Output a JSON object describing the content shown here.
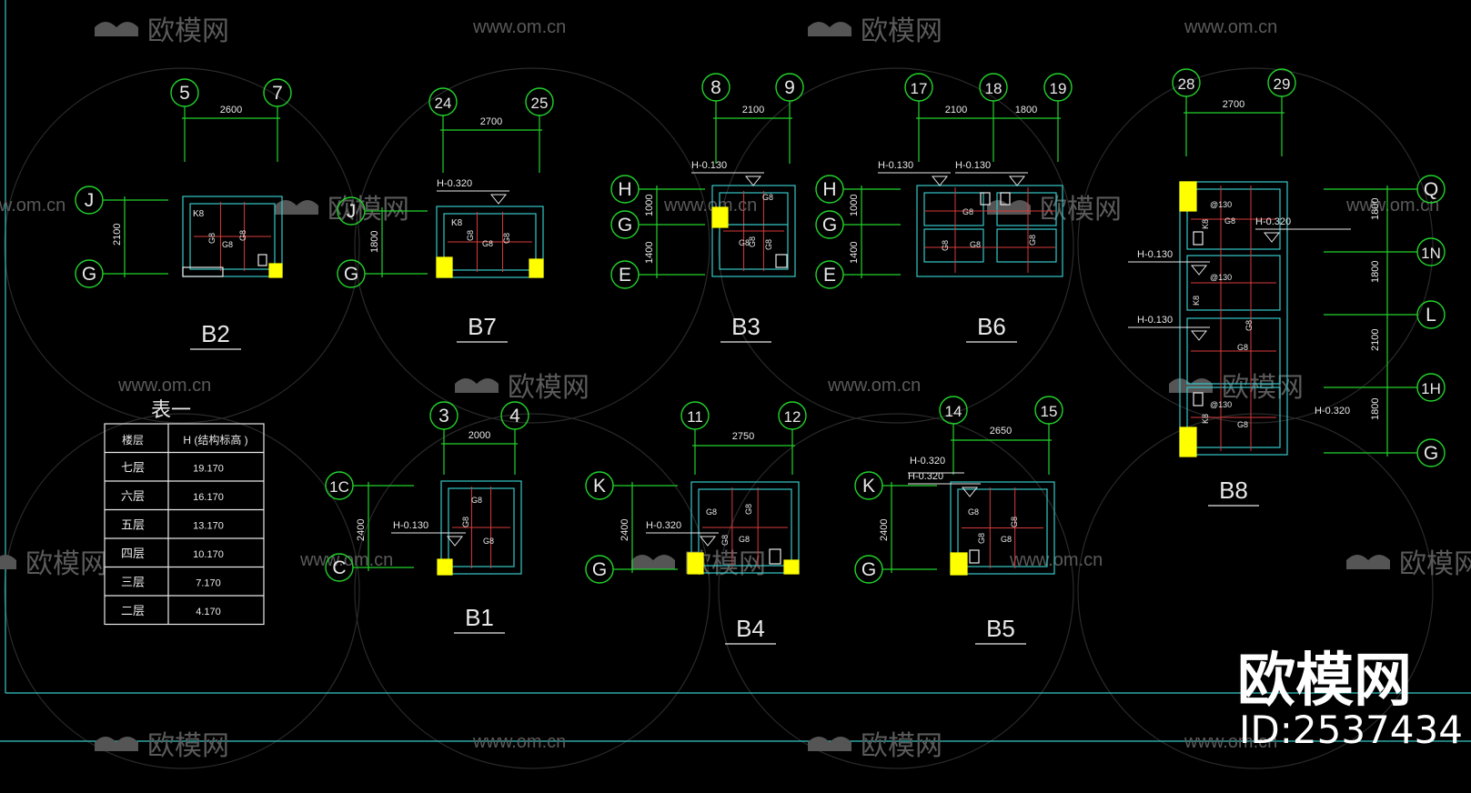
{
  "watermark": {
    "brand": "欧模网",
    "url": "www.om.cn",
    "id": "ID:2537434"
  },
  "colors": {
    "background": "#000000",
    "axis": "#22d22b",
    "outline": "#35c7c7",
    "rebar": "#d93a3a",
    "column": "#ffff00",
    "text": "#e8e8e8"
  },
  "table": {
    "title": "表一",
    "header": [
      "楼层",
      "H (结构标高 )"
    ],
    "rows": [
      [
        "七层",
        "19.170"
      ],
      [
        "六层",
        "16.170"
      ],
      [
        "五层",
        "13.170"
      ],
      [
        "四层",
        "10.170"
      ],
      [
        "三层",
        "7.170"
      ],
      [
        "二层",
        "4.170"
      ]
    ]
  },
  "details": [
    {
      "label": "B2",
      "axes_x": [
        "5",
        "7"
      ],
      "dims_x": [
        "2600"
      ],
      "axes_y": [
        "J",
        "G"
      ],
      "dims_y": [
        "2100"
      ],
      "notes": [
        "K8",
        "G8",
        "G8",
        "G8"
      ],
      "elev": []
    },
    {
      "label": "B7",
      "axes_x": [
        "24",
        "25"
      ],
      "dims_x": [
        "2700"
      ],
      "axes_y": [
        "J",
        "G"
      ],
      "dims_y": [
        "1800"
      ],
      "notes": [
        "K8",
        "G8",
        "G8",
        "G8"
      ],
      "elev": [
        "H-0.320"
      ]
    },
    {
      "label": "B3",
      "axes_x": [
        "8",
        "9"
      ],
      "dims_x": [
        "2100"
      ],
      "axes_y": [
        "H",
        "G",
        "E"
      ],
      "dims_y": [
        "1000",
        "1400"
      ],
      "notes": [
        "G8",
        "G8",
        "G8",
        "G8"
      ],
      "elev": [
        "H-0.130"
      ]
    },
    {
      "label": "B6",
      "axes_x": [
        "17",
        "18",
        "19"
      ],
      "dims_x": [
        "2100",
        "1800"
      ],
      "axes_y": [
        "H",
        "G",
        "E"
      ],
      "dims_y": [
        "1000",
        "1400"
      ],
      "notes": [
        "G8",
        "G8",
        "G8",
        "G8"
      ],
      "elev": [
        "H-0.130",
        "H-0.130"
      ]
    },
    {
      "label": "B8",
      "axes_x": [
        "28",
        "29"
      ],
      "dims_x": [
        "2700"
      ],
      "axes_y": [
        "Q",
        "1N",
        "L",
        "1H",
        "G"
      ],
      "dims_y": [
        "1800",
        "1800",
        "2100",
        "1800"
      ],
      "notes": [
        "@130",
        "K8",
        "G8",
        "@130",
        "K8",
        "G8",
        "G8",
        "@130",
        "K8",
        "G8"
      ],
      "elev": [
        "H-0.320",
        "H-0.130",
        "H-0.130",
        "H-0.320"
      ]
    },
    {
      "label": "B1",
      "axes_x": [
        "3",
        "4"
      ],
      "dims_x": [
        "2000"
      ],
      "axes_y": [
        "1C",
        "C"
      ],
      "dims_y": [
        "2400"
      ],
      "notes": [
        "G8",
        "G8",
        "G8"
      ],
      "elev": [
        "H-0.130"
      ]
    },
    {
      "label": "B4",
      "axes_x": [
        "11",
        "12"
      ],
      "dims_x": [
        "2750"
      ],
      "axes_y": [
        "K",
        "G"
      ],
      "dims_y": [
        "2400"
      ],
      "notes": [
        "G8",
        "G8",
        "G8",
        "G8"
      ],
      "elev": [
        "H-0.320"
      ]
    },
    {
      "label": "B5",
      "axes_x": [
        "14",
        "15"
      ],
      "dims_x": [
        "2650"
      ],
      "axes_y": [
        "K",
        "G"
      ],
      "dims_y": [
        "2400"
      ],
      "notes": [
        "G8",
        "G8",
        "G8",
        "G8"
      ],
      "elev": [
        "H-0.320"
      ]
    }
  ]
}
